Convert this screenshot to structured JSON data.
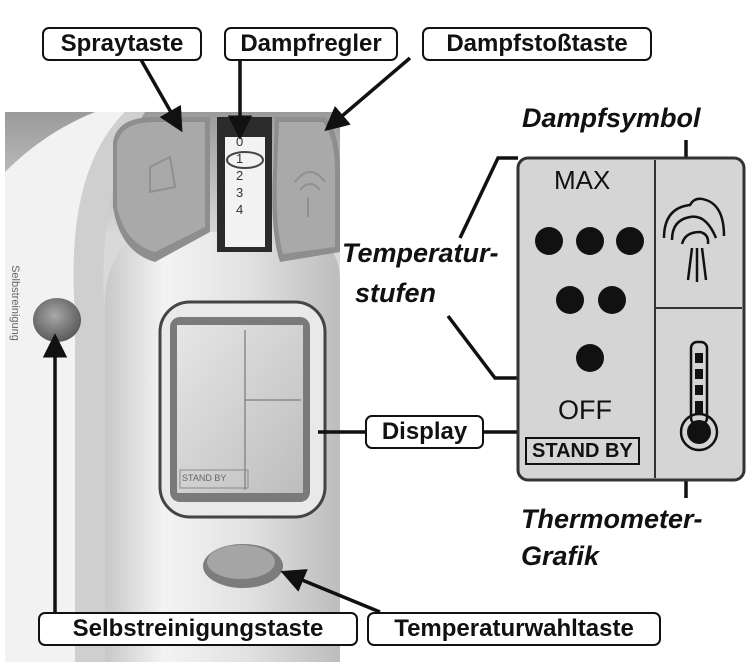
{
  "labels": {
    "spraytaste": "Spraytaste",
    "dampfregler": "Dampfregler",
    "dampfstosstaste": "Dampfstoßtaste",
    "dampfsymbol": "Dampfsymbol",
    "temperaturstufen_line1": "Temperatur-",
    "temperaturstufen_line2": "stufen",
    "display": "Display",
    "thermometer_line1": "Thermometer-",
    "thermometer_line2": "Grafik",
    "selbstreinigungstaste": "Selbstreinigungstaste",
    "temperaturwahltaste": "Temperaturwahltaste"
  },
  "photo": {
    "dial_numbers": [
      "0",
      "1",
      "2",
      "3",
      "4"
    ],
    "side_text": "Selbstreinigung",
    "screen_text": "STAND BY"
  },
  "lcd_panel": {
    "max_label": "MAX",
    "off_label": "OFF",
    "standby_label": "STAND BY",
    "dot_rows": [
      3,
      2,
      1
    ]
  },
  "colors": {
    "lcd_background": "#d5d5d5",
    "lcd_border": "#333333",
    "line": "#111111"
  }
}
